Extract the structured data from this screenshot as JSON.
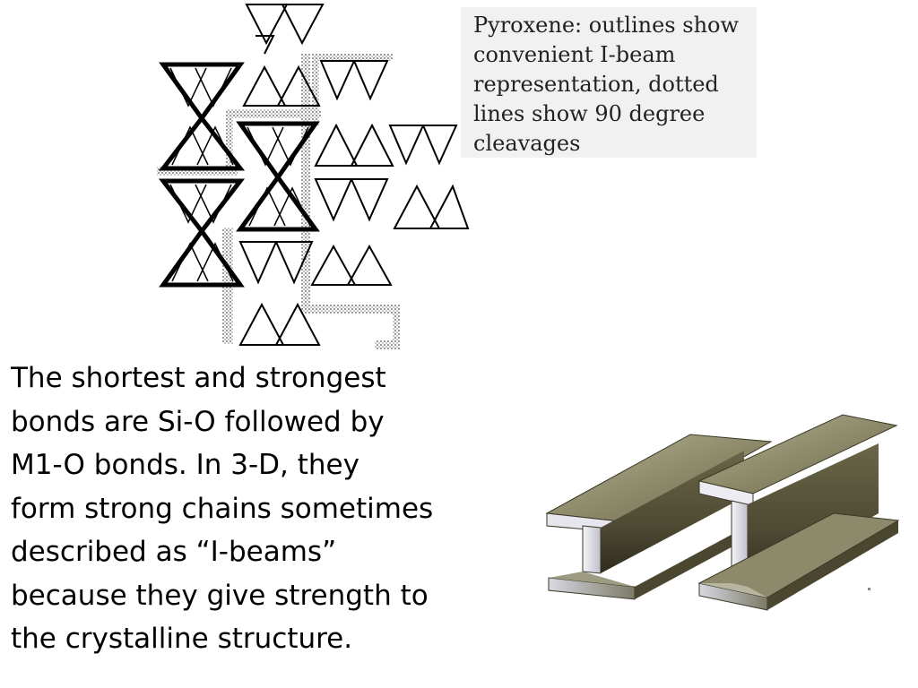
{
  "caption": "Pyroxene: outlines show\nconvenient I-beam\nrepresentation, dotted\nlines show 90 degree\ncleavages",
  "body_text": "The shortest and strongest\nbonds are Si-O followed by\nM1-O bonds. In 3-D, they\nform strong chains sometimes\ndescribed as “I-beams”\nbecause they give strength to\nthe crystalline  structure.",
  "colors": {
    "outline": "#000000",
    "dotted_band": "#b8b8b8",
    "caption_bg": "#f1f1f1",
    "beam_top": "#9a9878",
    "beam_side": "#5e5a40",
    "beam_highlight": "#e8e8ee",
    "beam_shadow": "#3b3826"
  },
  "icons": {
    "pyroxene_structure": "pyroxene-chain-diagram",
    "beams": "steel-i-beam-illustration"
  }
}
